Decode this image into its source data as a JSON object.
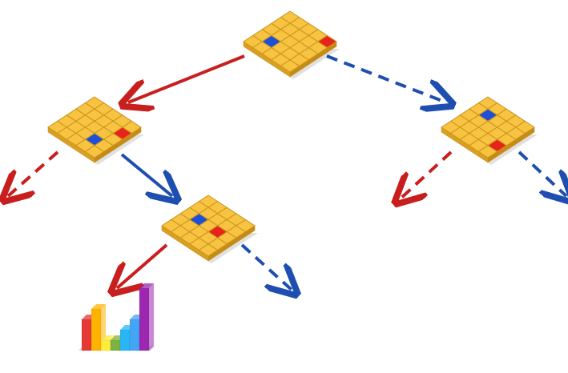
{
  "diagram": {
    "type": "game-tree",
    "description_visible_text": "",
    "colors": {
      "board_fill": "#F7C341",
      "board_grid": "#C9951E",
      "board_side": "#D99F22",
      "player_red": "#E8231B",
      "player_blue": "#1E4FD9",
      "edge_red": "#C81E1E",
      "edge_blue": "#1E4FB0"
    },
    "boards": [
      {
        "id": "root",
        "grid_size": 5,
        "pieces": [
          {
            "row": 0,
            "col": 4,
            "color": "red"
          },
          {
            "row": 3,
            "col": 1,
            "color": "blue"
          }
        ]
      },
      {
        "id": "left",
        "grid_size": 5,
        "pieces": [
          {
            "row": 1,
            "col": 4,
            "color": "red"
          },
          {
            "row": 3,
            "col": 3,
            "color": "blue"
          }
        ]
      },
      {
        "id": "right",
        "grid_size": 5,
        "pieces": [
          {
            "row": 1,
            "col": 1,
            "color": "blue"
          },
          {
            "row": 3,
            "col": 4,
            "color": "red"
          }
        ]
      },
      {
        "id": "left-child",
        "grid_size": 5,
        "pieces": [
          {
            "row": 2,
            "col": 1,
            "color": "blue"
          },
          {
            "row": 2,
            "col": 3,
            "color": "red"
          }
        ]
      }
    ],
    "edges": [
      {
        "from": "root",
        "to": "left",
        "color": "red",
        "style": "solid"
      },
      {
        "from": "root",
        "to": "right",
        "color": "blue",
        "style": "dashed"
      },
      {
        "from": "left",
        "to": "offscreen-left",
        "color": "red",
        "style": "dashed"
      },
      {
        "from": "left",
        "to": "left-child",
        "color": "blue",
        "style": "solid"
      },
      {
        "from": "right",
        "to": "right-left",
        "color": "red",
        "style": "dashed"
      },
      {
        "from": "right",
        "to": "right-right",
        "color": "blue",
        "style": "dashed"
      },
      {
        "from": "left-child",
        "to": "histogram",
        "color": "red",
        "style": "solid"
      },
      {
        "from": "left-child",
        "to": "left-child-right",
        "color": "blue",
        "style": "dashed"
      }
    ],
    "histogram": {
      "values": [
        3,
        4,
        1,
        1,
        2,
        3,
        6
      ],
      "colors": [
        "#E53935",
        "#FFB300",
        "#FFEB3B",
        "#7CB342",
        "#29B6F6",
        "#42A5F5",
        "#9C27B0"
      ]
    }
  }
}
